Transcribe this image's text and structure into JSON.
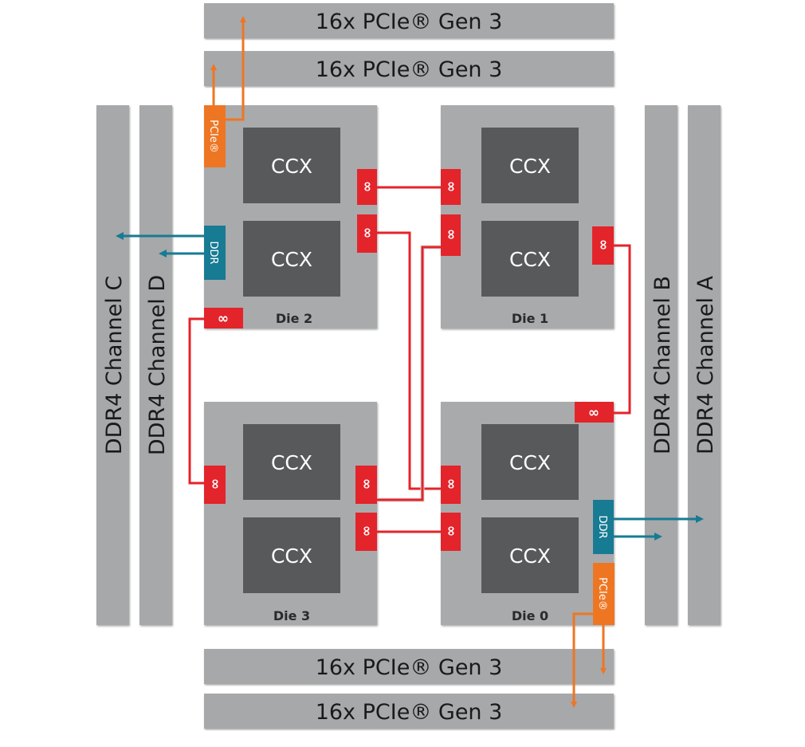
{
  "pcie_bars": {
    "top_1": "16x PCIe® Gen 3",
    "top_2": "16x PCIe® Gen 3",
    "bottom_1": "16x PCIe® Gen 3",
    "bottom_2": "16x PCIe® Gen 3"
  },
  "ddr_channels": {
    "c": "DDR4 Channel C",
    "d": "DDR4 Channel D",
    "b": "DDR4 Channel B",
    "a": "DDR4 Channel A"
  },
  "dies": [
    {
      "label": "Die 2",
      "ccx": [
        "CCX",
        "CCX"
      ]
    },
    {
      "label": "Die 1",
      "ccx": [
        "CCX",
        "CCX"
      ]
    },
    {
      "label": "Die 3",
      "ccx": [
        "CCX",
        "CCX"
      ]
    },
    {
      "label": "Die 0",
      "ccx": [
        "CCX",
        "CCX"
      ]
    }
  ],
  "port_labels": {
    "pcie": "PCIe®",
    "ddr": "DDR",
    "infinity": "∞"
  },
  "colors": {
    "bar": "#a7a8aa",
    "die": "#a9aaac",
    "ccx": "#58595b",
    "infinity_fabric": "#e3242b",
    "ddr": "#177b93",
    "pcie": "#ee7623"
  }
}
